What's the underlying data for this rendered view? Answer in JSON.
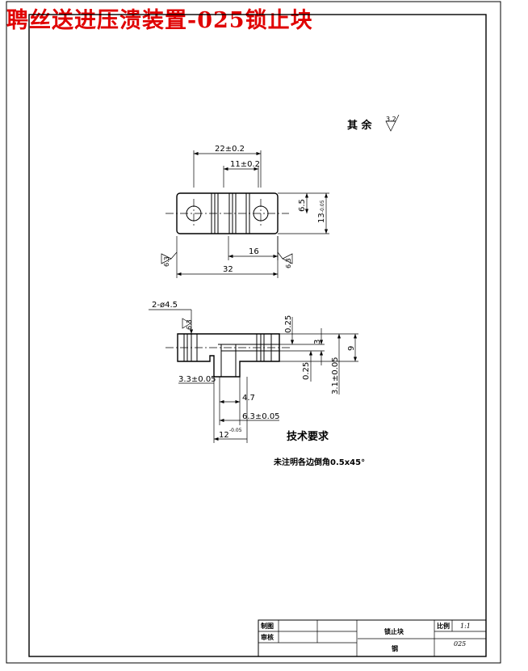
{
  "title": "聘丝送进压溃装置-025锁止块",
  "surface_note": {
    "label": "其 余",
    "roughness": "3.2"
  },
  "top_view": {
    "dim_hole_spacing": "22±0.2",
    "dim_slot_width": "11±0.2",
    "dim_width_half": "6.5",
    "dim_width": "13",
    "dim_width_tol": "-0.05",
    "dim_center_span": "16",
    "dim_length": "32",
    "roughness_left": "6.3",
    "roughness_right": "6.3"
  },
  "front_view": {
    "dim_holes": "2-ø4.5",
    "roughness": "6.3",
    "dim_top_gap": "0.25",
    "dim_step": "3",
    "dim_height": "9",
    "dim_bottom_gap": "0.25",
    "dim_lower_step": "3.1±0.05",
    "dim_tab_width": "3.3±0.05",
    "dim_tab_offset": "4.7",
    "dim_tab_span": "6.3±0.05",
    "dim_base": "12",
    "dim_base_tol": "-0.05"
  },
  "tech": {
    "heading": "技术要求",
    "note": "未注明各边倒角0.5x45°"
  },
  "title_block": {
    "drawn_label": "制图",
    "checked_label": "审核",
    "part_name": "锁止块",
    "scale_label": "比例",
    "scale_value": "1:1",
    "material": "钢",
    "drawing_no": "025"
  }
}
